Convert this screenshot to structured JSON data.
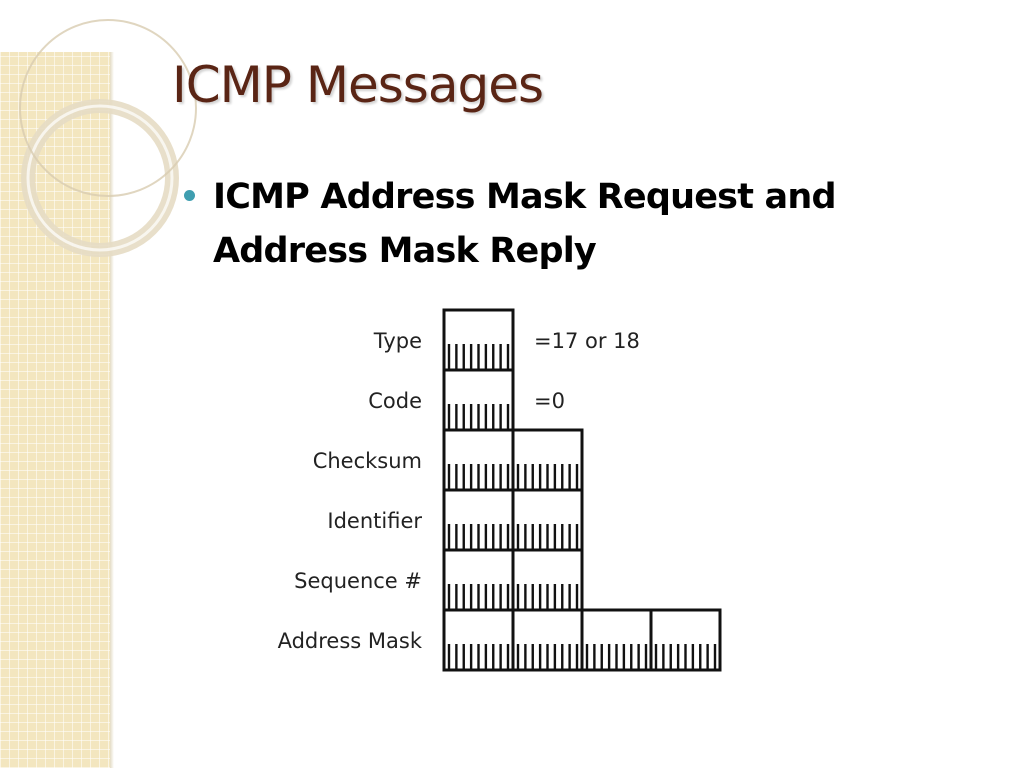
{
  "slide": {
    "title": "ICMP Messages",
    "bullet": "ICMP Address Mask Request and Address Mask Reply"
  },
  "diagram": {
    "fields": [
      {
        "label": "Type",
        "octets": 1,
        "value": "=17 or 18"
      },
      {
        "label": "Code",
        "octets": 1,
        "value": "=0"
      },
      {
        "label": "Checksum",
        "octets": 2,
        "value": ""
      },
      {
        "label": "Identifier",
        "octets": 2,
        "value": ""
      },
      {
        "label": "Sequence #",
        "octets": 2,
        "value": ""
      },
      {
        "label": "Address Mask",
        "octets": 4,
        "value": ""
      }
    ]
  },
  "colors": {
    "title": "#5a2515",
    "bullet": "#3f9eb0",
    "accent_strip": "#f3e6bf"
  }
}
